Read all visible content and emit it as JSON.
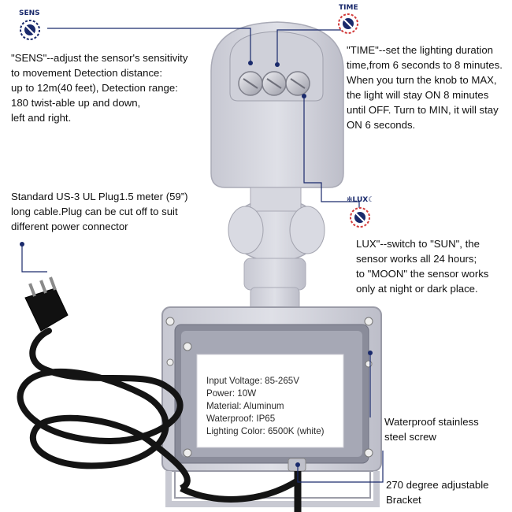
{
  "icons": {
    "sens_label": "SENS",
    "time_label": "TIME",
    "lux_label": "✻LUX☾"
  },
  "annotations": {
    "sens": "\"SENS\"--adjust the sensor's sensitivity\nto movement Detection distance:\nup to 12m(40 feet), Detection range:\n180 twist-able up and down,\n left and right.",
    "time": "\"TIME\"--set the lighting duration\ntime,from 6 seconds to 8 minutes.\nWhen you turn the knob to MAX,\nthe light will stay ON 8 minutes\nuntil OFF. Turn to MIN, it will stay\nON 6 seconds.",
    "cable": "Standard US-3 UL Plug1.5 meter (59”)\nlong cable.Plug can be cut off to suit\ndifferent power connector",
    "lux": "LUX\"--switch to \"SUN\", the\nsensor works all 24 hours;\nto \"MOON\" the sensor works\nonly at night or dark place.",
    "screw": "Waterproof stainless\nsteel screw",
    "bracket": "270 degree adjustable\nBracket"
  },
  "specs": {
    "text": "Input Voltage: 85-265V\nPower: 10W\nMaterial: Aluminum\nWaterproof: IP65\nLighting Color: 6500K (white)"
  },
  "colors": {
    "accent": "#1a2a6c",
    "housing": "#d2d3dc",
    "cable": "#141414"
  }
}
